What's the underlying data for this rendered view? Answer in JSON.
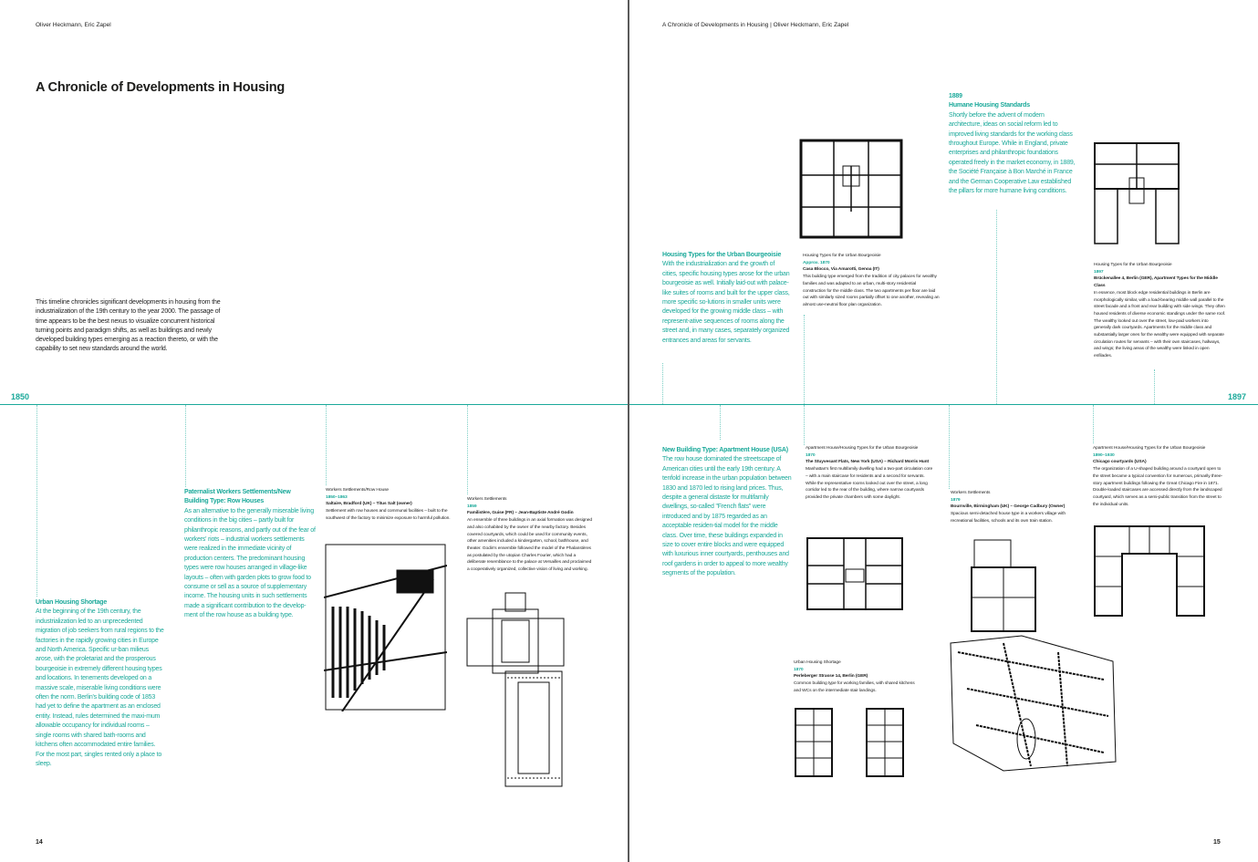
{
  "left_page": {
    "running_head": "Oliver Heckmann, Eric Zapel",
    "title": "A Chronicle of Developments in Housing",
    "intro": "This timeline chronicles significant developments in housing from the industrialization of the 19th century to the year 2000. The passage of time appears to be the best nexus to visualize concurrent historical turning points and paradigm shifts, as well as buildings and newly developed building types emerging as a reaction thereto, or with the capability to set new standards around the world.",
    "year_start": "1850",
    "page_number": "14",
    "blocks": [
      {
        "heading": "Urban Housing Shortage",
        "text": "At the beginning of the 19th century, the industrialization led to an unprecedented migration of job seekers from rural regions to the factories in the rapidly growing cities in Europe and North America. Specific ur-ban milieus arose, with the proletariat and the prosperous bourgeoisie in extremely different housing types and locations. In tenements developed on a massive scale, miserable living conditions were often the norm. Berlin's building code of 1853 had yet to define the apartment as an enclosed entity. Instead, rules determined the maxi-mum allowable occupancy for individual rooms – single rooms with shared bath-rooms and kitchens often accommodated entire families. For the most part, singles rented only a place to sleep."
      },
      {
        "heading": "Paternalist Workers Settlements/New Building Type: Row Houses",
        "text": "As an alternative to the generally miserable living conditions in the big cities – partly built for philanthropic reasons, and partly out of the fear of workers' riots – industrial workers settlements were realized in the immediate vicinity of production centers. The predominant housing types were row houses arranged in village-like layouts – often with garden plots to grow food to consume or sell as a source of supplementary income. The housing units in such settlements made a significant contribution to the develop-ment of the row house as a building type."
      }
    ],
    "captions": [
      {
        "category": "Workers Settlements/Row House",
        "year": "1850–1863",
        "name": "Saltaire, Bradford (UK) – Titus Salt (owner)",
        "text": "Settlement with row houses and communal facilities – built to the southwest of the factory to minimize exposure to harmful pollution."
      },
      {
        "category": "Workers Settlements",
        "year": "1859",
        "name": "Familistère, Guise (FR) – Jean-Baptiste André Godin",
        "text": "An ensemble of three buildings in an axial formation was designed and also cohabited by the owner of the nearby factory. Besides covered courtyards, which could be used for community events, other amenities included a kindergarten, school, bathhouse, and theater. Godin's ensemble followed the model of the Phalanstères as postulated by the utopian Charles Fourier, which had a deliberate resemblance to the palace at Versailles and proclaimed a cooperatively organized, collective vision of living and working."
      }
    ]
  },
  "right_page": {
    "running_head": "A Chronicle of Developments in Housing | Oliver Heckmann, Eric Zapel",
    "year_end": "1897",
    "page_number": "15",
    "blocks": [
      {
        "heading": "Housing Types for the Urban Bourgeoisie",
        "text": "With the industrialization and the growth of cities, specific housing types arose for the urban bourgeoisie as well. Initially laid-out with palace-like suites of rooms and built for the upper class, more specific so-lutions in smaller units were developed for the growing middle class – with represent-ative sequences of rooms along the street and, in many cases, separately organized entrances and areas for servants."
      },
      {
        "year": "1889",
        "heading": "Humane Housing Standards",
        "text": "Shortly before the advent of modern architecture, ideas on social reform led to improved living standards for the working class throughout Europe. While in England, private enterprises and philanthropic foundations operated freely in the market economy, in 1889, the Société Française à Bon Marché in France and the German Cooperative Law established the pillars for more humane living conditions."
      },
      {
        "heading": "New Building Type: Apartment House (USA)",
        "text": "The row house dominated the streetscape of American cities until the early 19th century. A tenfold increase in the urban population between 1830 and 1870 led to rising land prices. Thus, despite a general distaste for multifamily dwellings, so-called \"French flats\" were introduced and by 1875 regarded as an acceptable residen-tial model for the middle class. Over time, these buildings expanded in size to cover entire blocks and were equipped with luxurious inner courtyards, penthouses and roof gardens in order to appeal to more wealthy segments of the population."
      }
    ],
    "captions": [
      {
        "category": "Housing Types for the Urban Bourgeoisie",
        "year": "Approx. 1870",
        "name": "Casa Blocco, Via Amarotti, Genoa (IT)",
        "text": "This building type emerged from the tradition of city palaces for wealthy families and was adapted to an urban, multi-story residential construction for the middle class. The two apartments per floor are laid out with similarly sized rooms partially offset to one another, revealing an almost use-neutral floor plan organization."
      },
      {
        "category": "Housing Types for the Urban Bourgeoisie",
        "year": "1897",
        "name": "Brückenallee 4, Berlin (GER), Apartment Types for the Middle Class",
        "text": "In essence, most block edge residential buildings in Berlin are morphologically similar, with a load-bearing middle wall parallel to the street facade and a front and rear building with side wings. They often housed residents of diverse economic standings under the same roof. The wealthy looked out over the street, low-paid workers into generally dark courtyards. Apartments for the middle class and substantially larger ones for the wealthy were equipped with separate circulation routes for servants – with their own staircases, hallways, and wings; the living areas of the wealthy were linked in open enfilades."
      },
      {
        "category": "Apartment House/Housing Types for the Urban Bourgeoisie",
        "year": "1870",
        "name": "The Stuyvesant Flats, New York (USA) – Richard Morris Hunt",
        "text": "Manhattan's first multifamily dwelling had a two-part circulation core – with a main staircase for residents and a second for servants. While the representative rooms looked out over the street, a long corridor led to the rear of the building, where narrow courtyards provided the private chambers with some daylight."
      },
      {
        "category": "Workers Settlements",
        "year": "1879",
        "name": "Bournville, Birmingham (UK) – George Cadbury (Owner)",
        "text": "Spacious semi-detached house type in a workers village with recreational facilities, schools and its own train station."
      },
      {
        "category": "Apartment House/Housing Types for the Urban Bourgeoisie",
        "year": "1890–1930",
        "name": "Chicago courtyards (USA)",
        "text": "The organization of a U-shaped building around a courtyard open to the street became a typical convention for numerous, primarily three-story apartment buildings following the Great Chicago Fire in 1871. Double-loaded staircases are accessed directly from the landscaped courtyard, which serves as a semi-public transition from the street to the individual units."
      },
      {
        "category": "Urban Housing Shortage",
        "year": "1870",
        "name": "Perleberger Strasse 14, Berlin (GER)",
        "text": "Common building type for working families, with shared kitchens and WCs on the intermediate stair landings."
      }
    ]
  },
  "colors": {
    "accent": "#1ba99a"
  }
}
